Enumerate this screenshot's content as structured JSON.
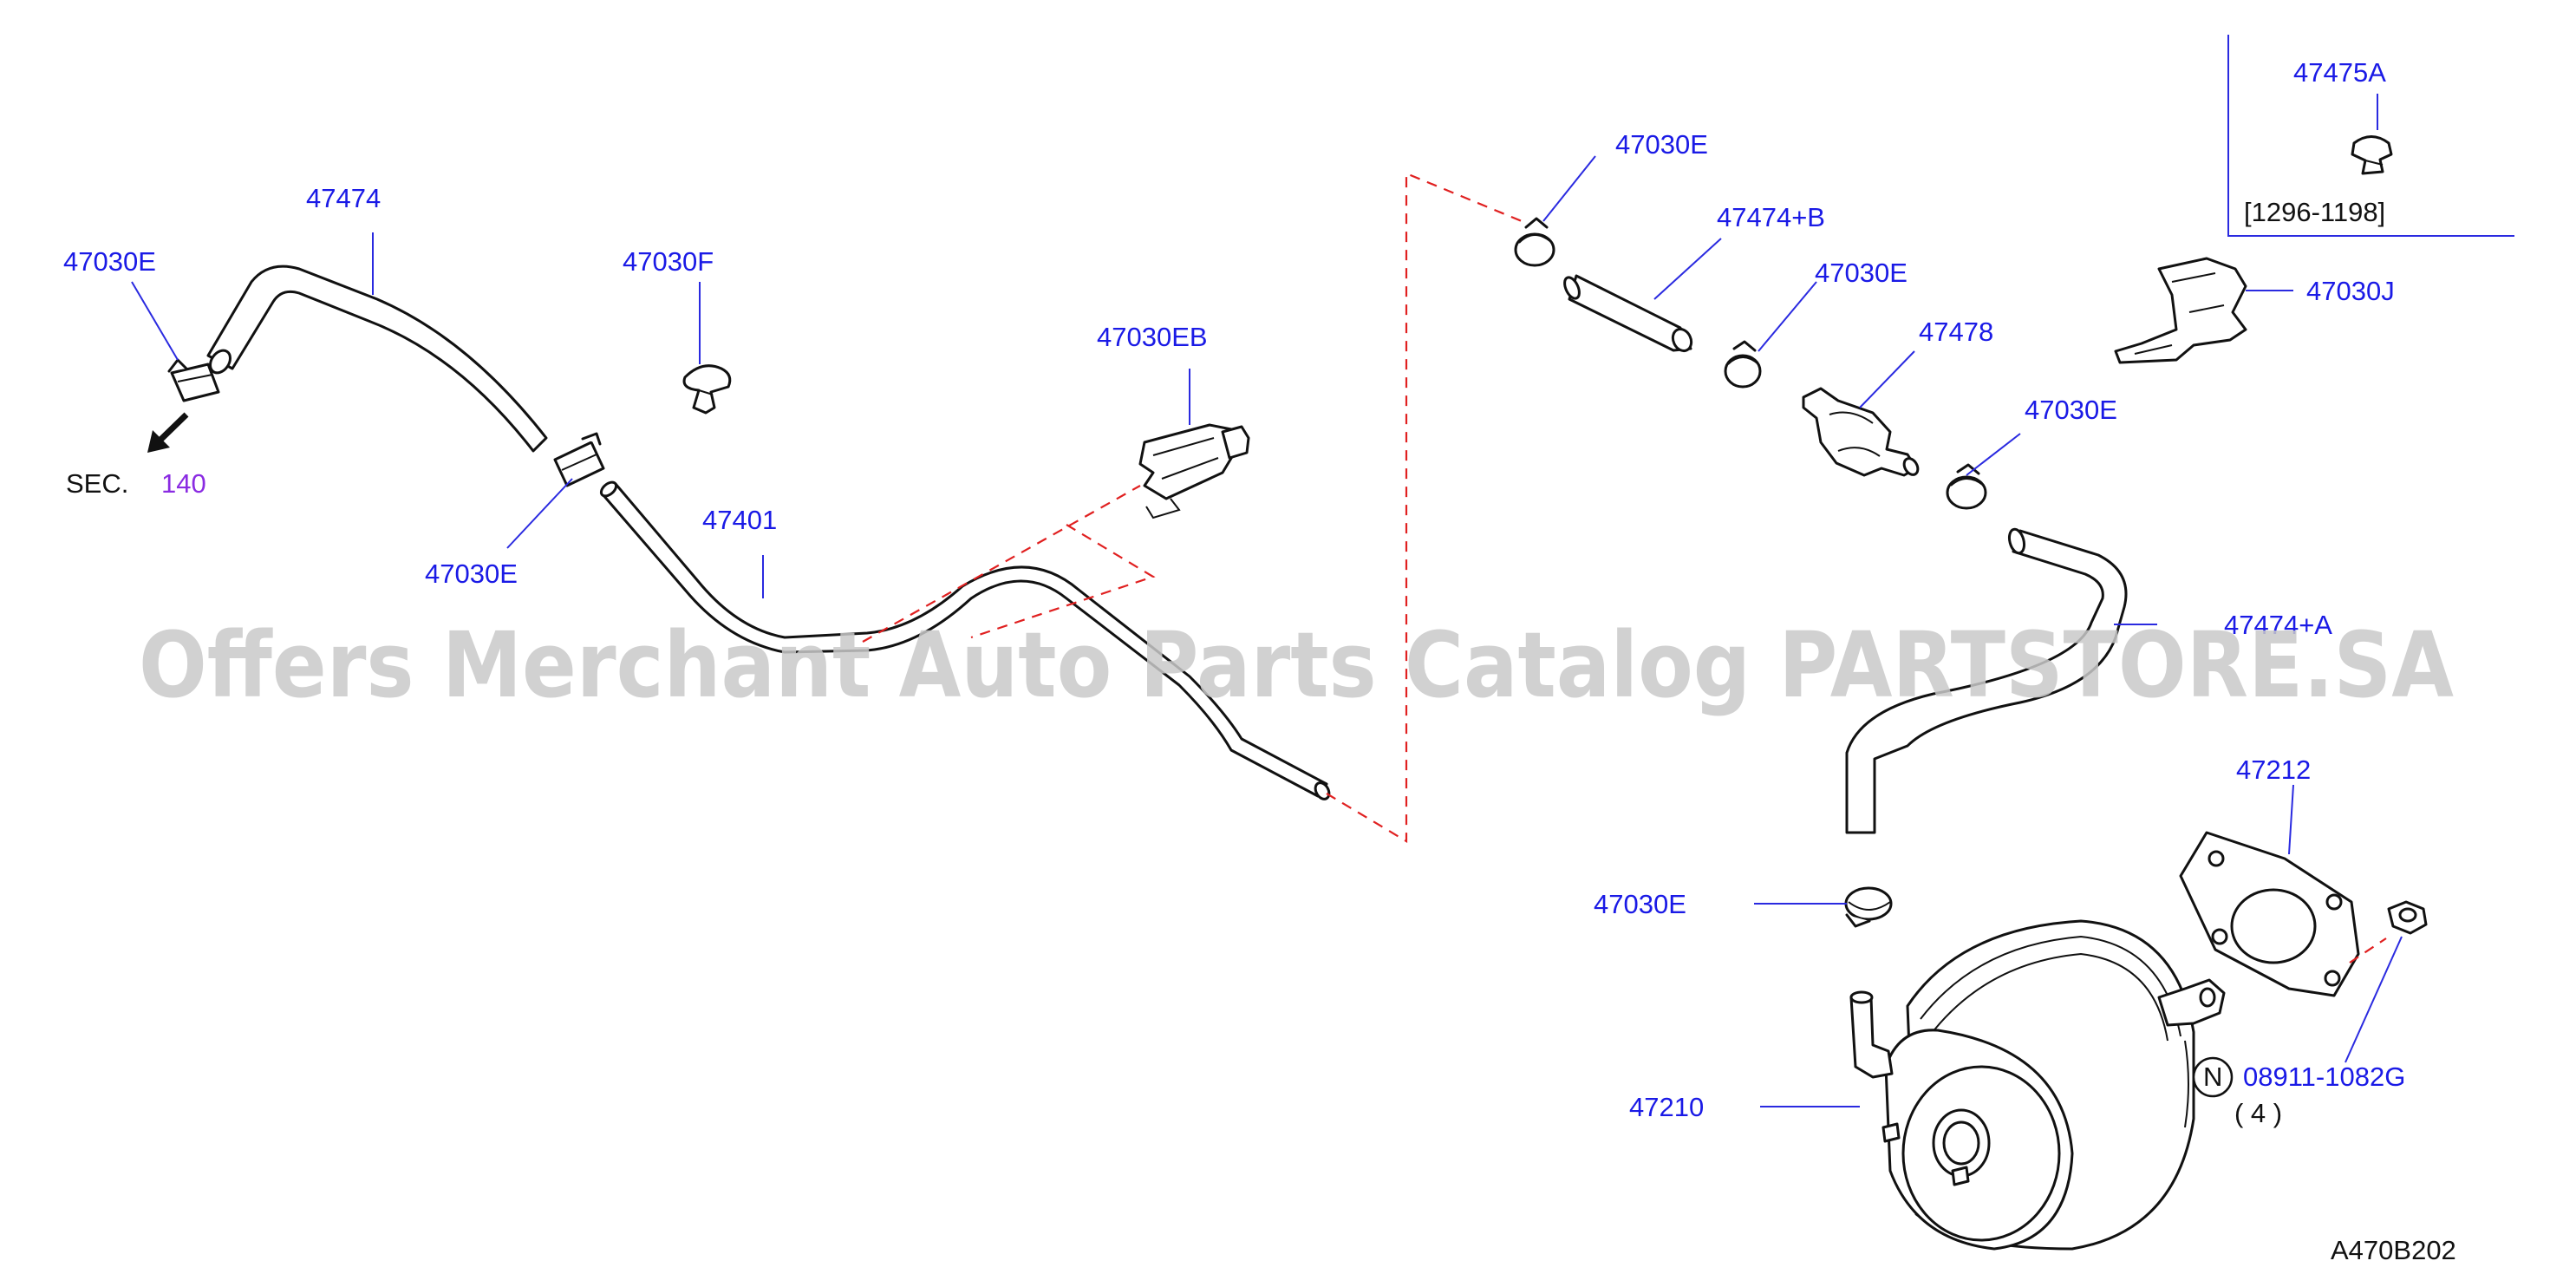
{
  "diagram": {
    "labels": {
      "p47474": "47474",
      "p47030E_left_top": "47030E",
      "p47030F": "47030F",
      "p47030EB": "47030EB",
      "p47030E_left_mid": "47030E",
      "p47401": "47401",
      "sec": "SEC.",
      "sec_num": "140",
      "p47030E_c1": "47030E",
      "p47474B": "47474+B",
      "p47030E_c2": "47030E",
      "p47478": "47478",
      "p47030E_c3": "47030E",
      "p47475A": "47475A",
      "range": "[1296-1198]",
      "p47030J": "47030J",
      "p47474A": "47474+A",
      "p47212": "47212",
      "p47030E_lower": "47030E",
      "p47210": "47210",
      "n_symbol": "N",
      "p08911": "08911-1082G",
      "qty": "( 4 )",
      "diagram_id": "A470B202"
    },
    "watermark": "Offers Merchant Auto Parts Catalog PARTSTORE.SA"
  }
}
